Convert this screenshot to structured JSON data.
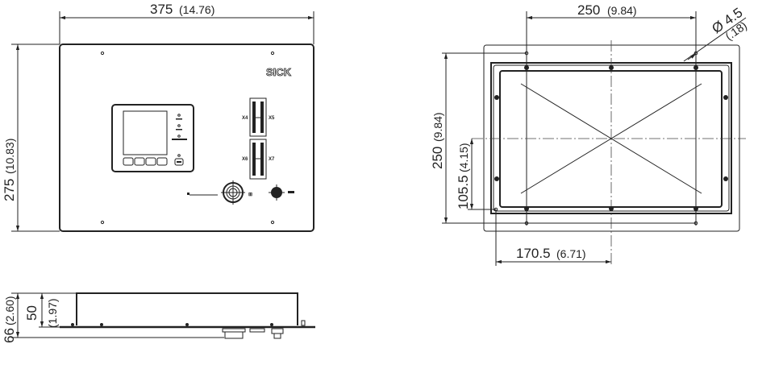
{
  "front_view": {
    "width_dim": "375",
    "width_dim_in": "(14.76)",
    "height_dim": "275",
    "height_dim_in": "(10.83)",
    "logo": "SICK",
    "connectors": [
      "X4",
      "X5",
      "X6",
      "X7"
    ]
  },
  "side_view": {
    "total_height_dim": "66",
    "total_height_dim_in": "(2.60)",
    "body_height_dim": "50",
    "body_height_dim_in": "(1.97)"
  },
  "cutout_view": {
    "hole_spacing_h": "250",
    "hole_spacing_h_in": "(9.84)",
    "hole_spacing_v": "250",
    "hole_spacing_v_in": "(9.84)",
    "hole_diameter": "Ø 4.5",
    "hole_diameter_in": "(.18)",
    "center_offset_v": "105.5",
    "center_offset_v_in": "(4.15)",
    "center_offset_h": "170.5",
    "center_offset_h_in": "(6.71)"
  }
}
